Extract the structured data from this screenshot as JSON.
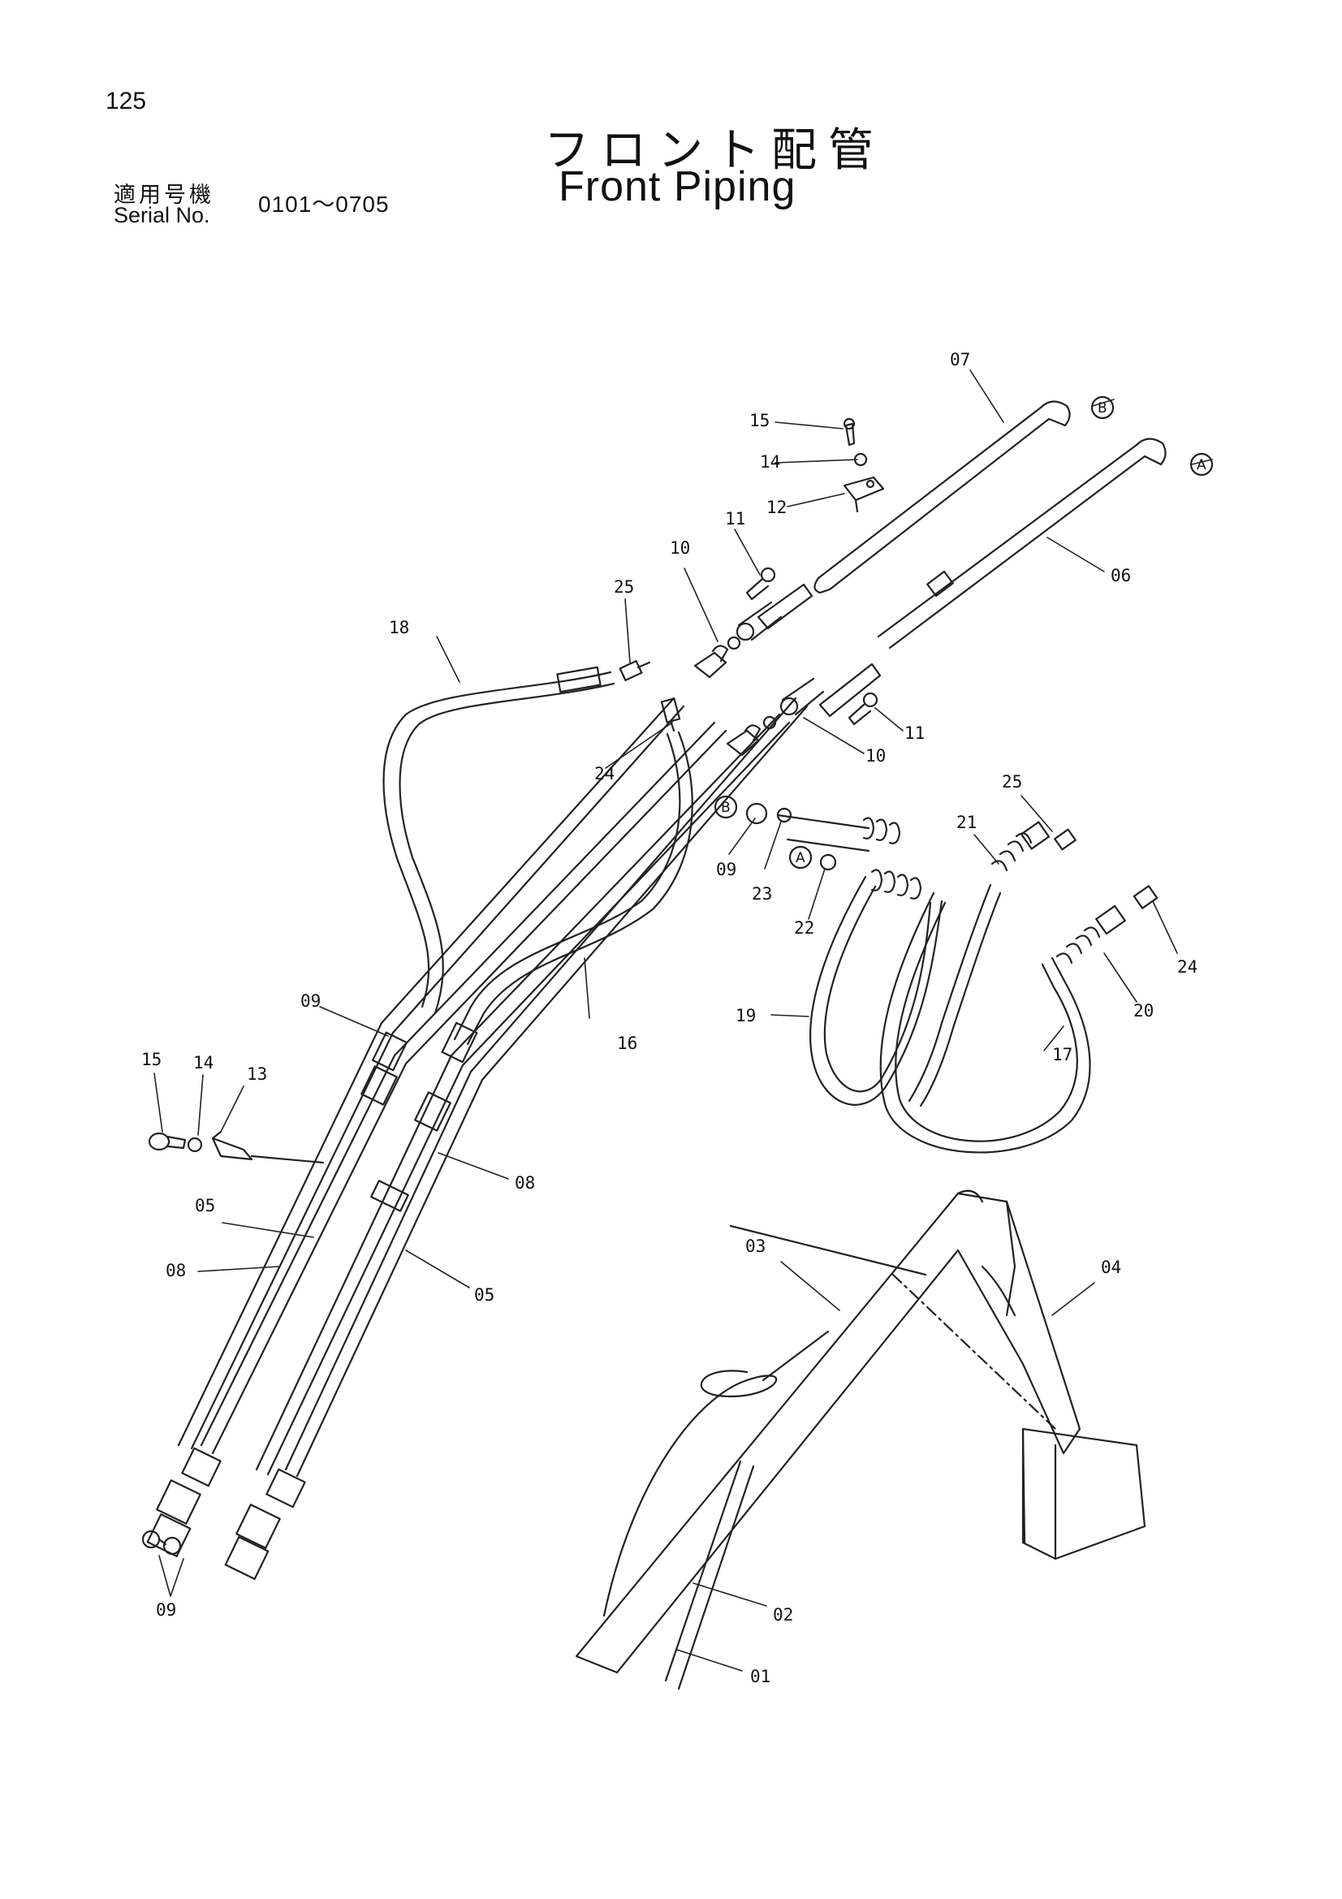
{
  "header": {
    "page_number": "125",
    "title_jp": "フロント配管",
    "title_en": "Front Piping",
    "serial_label_jp": "適用号機",
    "serial_label_en": "Serial No.",
    "serial_range": "0101～0705"
  },
  "callouts": [
    "07",
    "15",
    "14",
    "12",
    "11",
    "10",
    "25",
    "18",
    "06",
    "11",
    "10",
    "24",
    "25",
    "21",
    "09",
    "23",
    "22",
    "24",
    "20",
    "17",
    "19",
    "16",
    "09",
    "15",
    "14",
    "13",
    "08",
    "05",
    "08",
    "05",
    "03",
    "04",
    "02",
    "01",
    "09"
  ],
  "connection_markers": [
    "B",
    "A",
    "B",
    "A"
  ]
}
